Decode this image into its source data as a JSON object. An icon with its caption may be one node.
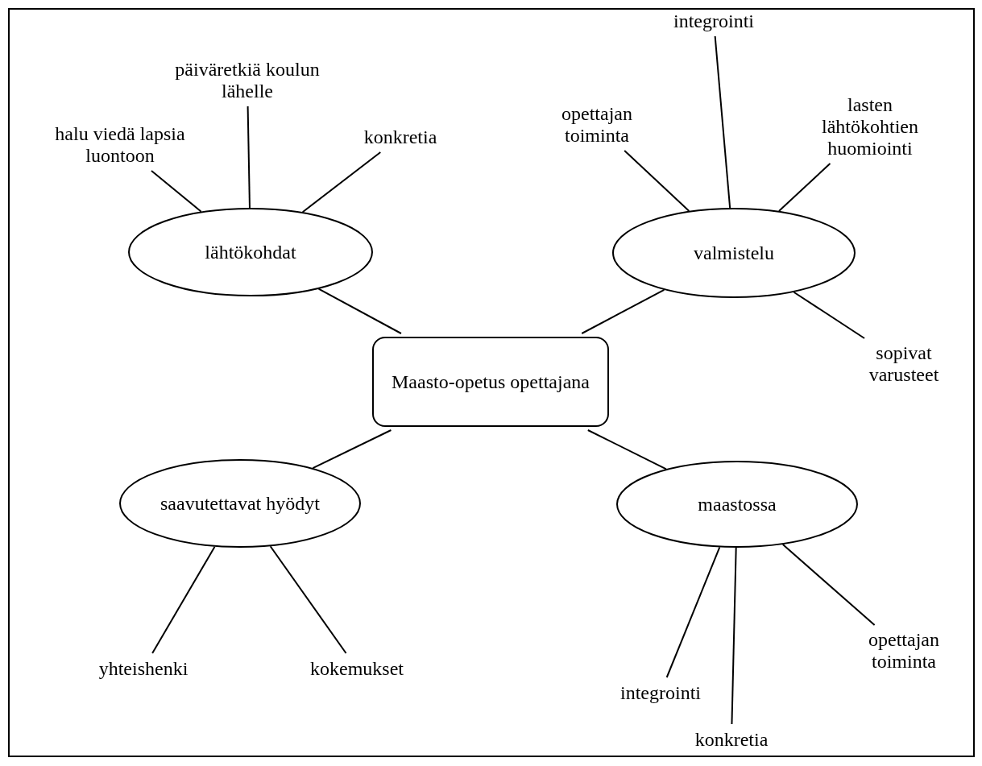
{
  "diagram": {
    "nodes": [
      {
        "text": [
          "Maasto-opetus opettajana"
        ]
      },
      {
        "text": [
          "lähtökohdat"
        ]
      },
      {
        "text": [
          "valmistelu"
        ]
      },
      {
        "text": [
          "saavutettavat hyödyt"
        ]
      },
      {
        "text": [
          "maastossa"
        ]
      },
      {
        "text": [
          "halu viedä lapsia luontoon"
        ]
      },
      {
        "text": [
          "päiväretkiä koulun lähelle"
        ]
      },
      {
        "text": [
          "konkretia"
        ]
      },
      {
        "text": [
          "opettajan toiminta"
        ]
      },
      {
        "text": [
          "integrointi"
        ]
      },
      {
        "text": [
          "lasten lähtökohtien huomiointi"
        ]
      },
      {
        "text": [
          "sopivat varusteet"
        ]
      },
      {
        "text": [
          "yhteishenki"
        ]
      },
      {
        "text": [
          "kokemukset"
        ]
      },
      {
        "text": [
          "integrointi"
        ]
      },
      {
        "text": [
          "konkretia"
        ]
      },
      {
        "text": [
          "opettajan toiminta"
        ]
      }
    ],
    "edges": [
      {
        "from": 0,
        "to": 1,
        "arrow": "none"
      },
      {
        "from": 0,
        "to": 2,
        "arrow": "none"
      },
      {
        "from": 0,
        "to": 3,
        "arrow": "none"
      },
      {
        "from": 0,
        "to": 4,
        "arrow": "none"
      },
      {
        "from": 1,
        "to": 5,
        "arrow": "none"
      },
      {
        "from": 1,
        "to": 6,
        "arrow": "none"
      },
      {
        "from": 1,
        "to": 7,
        "arrow": "none"
      },
      {
        "from": 2,
        "to": 8,
        "arrow": "none"
      },
      {
        "from": 2,
        "to": 9,
        "arrow": "none"
      },
      {
        "from": 2,
        "to": 10,
        "arrow": "none"
      },
      {
        "from": 2,
        "to": 11,
        "arrow": "none"
      },
      {
        "from": 3,
        "to": 12,
        "arrow": "none"
      },
      {
        "from": 3,
        "to": 13,
        "arrow": "none"
      },
      {
        "from": 4,
        "to": 14,
        "arrow": "none"
      },
      {
        "from": 4,
        "to": 15,
        "arrow": "none"
      },
      {
        "from": 4,
        "to": 16,
        "arrow": "none"
      }
    ]
  }
}
